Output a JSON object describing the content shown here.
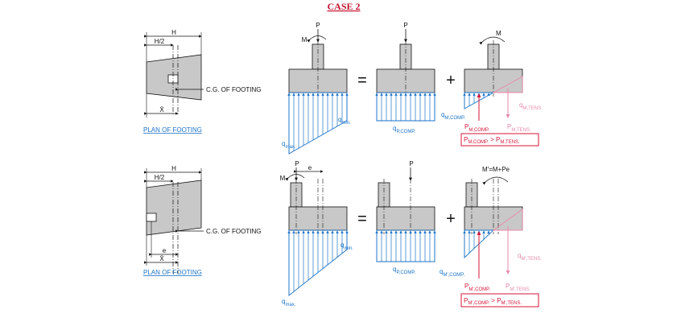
{
  "title": "CASE 2",
  "rows": [
    {
      "plan": {
        "dim_total": "H",
        "dim_half": "H/2",
        "dim_xbar": "X̄",
        "dim_e": "",
        "cg_label": "C.G. OF FOOTING",
        "plan_label": "PLAN OF FOOTING"
      },
      "section1": {
        "load_P": "P",
        "moment_M": "M",
        "ecc_e": "",
        "q_min": "q",
        "q_min_sub": "min.",
        "q_max": "q",
        "q_max_sub": "max."
      },
      "eq": "=",
      "section2": {
        "load_P": "P",
        "q_p": "q",
        "q_p_sub": "P,COMP."
      },
      "plus": "+",
      "section3": {
        "moment": "M",
        "q_comp": "q",
        "q_comp_sub": "M,COMP.",
        "q_tens": "q",
        "q_tens_sub": "M,TENS.",
        "p_comp": "P",
        "p_comp_sub": "M,COMP.",
        "p_tens": "P",
        "p_tens_sub": "M,TENS.",
        "box_a": "P",
        "box_a_sub": "M,COMP.",
        "box_op": " > ",
        "box_b": "P",
        "box_b_sub": "M,TENS."
      }
    },
    {
      "plan": {
        "dim_total": "H",
        "dim_half": "H/2",
        "dim_xbar": "X̄",
        "dim_e": "e",
        "cg_label": "C.G. OF FOOTING",
        "plan_label": "PLAN OF FOOTING"
      },
      "section1": {
        "load_P": "P",
        "moment_M": "M",
        "ecc_e": "e",
        "q_min": "q",
        "q_min_sub": "min.",
        "q_max": "q",
        "q_max_sub": "max."
      },
      "eq": "=",
      "section2": {
        "load_P": "P",
        "q_p": "q",
        "q_p_sub": "P,COMP."
      },
      "plus": "+",
      "section3": {
        "moment": "M'=M+Pe",
        "q_comp": "q",
        "q_comp_sub": "M',COMP.",
        "q_tens": "q",
        "q_tens_sub": "M',TENS.",
        "p_comp": "P",
        "p_comp_sub": "M',COMP.",
        "p_tens": "P",
        "p_tens_sub": "M',TENS.",
        "box_a": "P",
        "box_a_sub": "M',COMP.",
        "box_op": " > ",
        "box_b": "P",
        "box_b_sub": "M',TENS."
      }
    }
  ],
  "colors": {
    "title": "#c41230",
    "ink": "#111111",
    "blue": "#1a73c8",
    "red": "#d6153a",
    "pink": "#e88aa8",
    "fill": "#c8c8c8"
  }
}
